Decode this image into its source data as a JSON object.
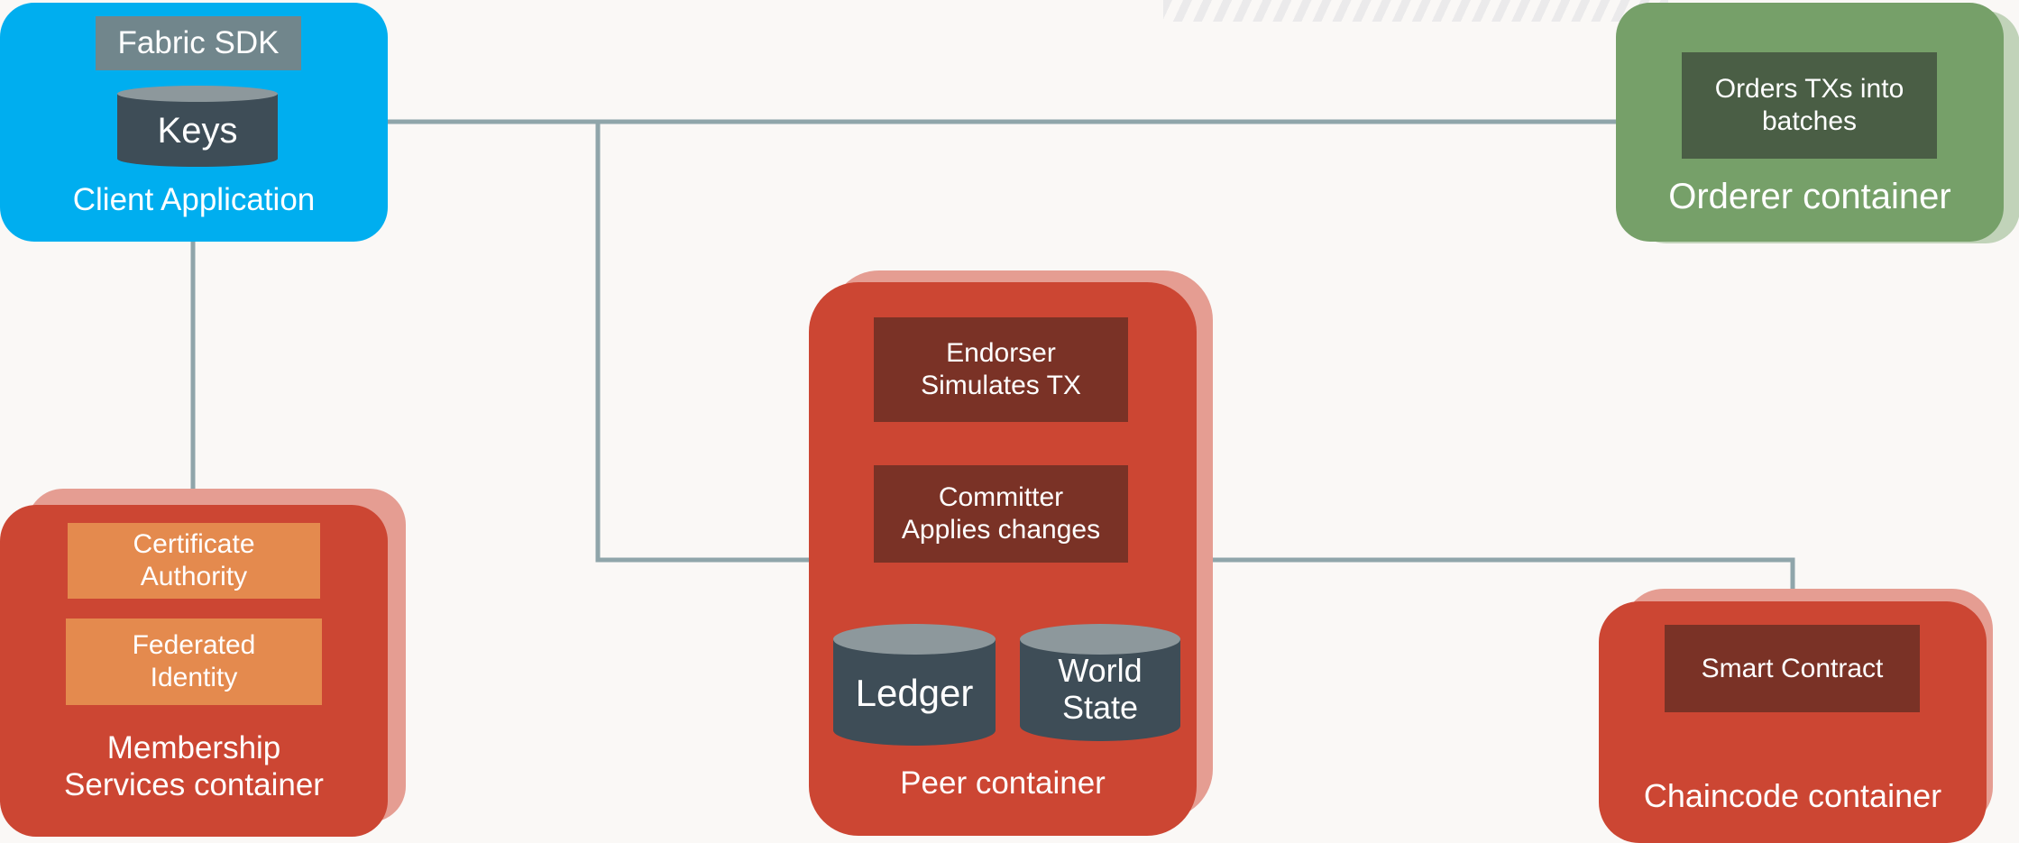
{
  "client": {
    "sdk_label": "Fabric SDK",
    "keys_label": "Keys",
    "title": "Client Application"
  },
  "orderer": {
    "task": "Orders TXs into\nbatches",
    "title": "Orderer container"
  },
  "membership": {
    "ca": "Certificate\nAuthority",
    "federated": "Federated\nIdentity",
    "title": "Membership\nServices container"
  },
  "peer": {
    "endorser": "Endorser\nSimulates TX",
    "committer": "Committer\nApplies changes",
    "ledger": "Ledger",
    "world_state": "World\nState",
    "title": "Peer container"
  },
  "chaincode": {
    "smart_contract": "Smart Contract",
    "title": "Chaincode container"
  },
  "colors": {
    "client": "#00aeef",
    "orderer": "#76a069",
    "container_red": "#cc4633",
    "task_dark_red": "#7a3226",
    "identity_orange": "#e48a4e",
    "database": "#3e4d57",
    "connector": "#8fa5aa"
  }
}
